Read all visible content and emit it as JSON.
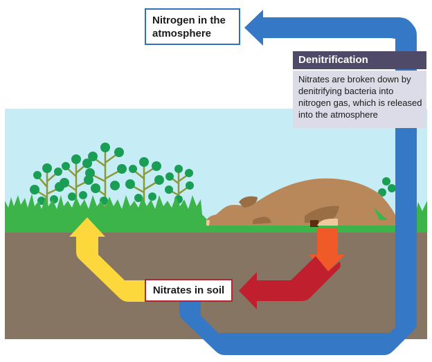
{
  "labels": {
    "atmosphere": "Nitrogen in the atmosphere",
    "soil": "Nitrates in soil"
  },
  "denitrification": {
    "title": "Denitrification",
    "description": "Nitrates are broken down by denitrifying bacteria into nitrogen gas, which is released into the atmosphere"
  },
  "colors": {
    "sky": "#c6ecf5",
    "grass": "#3cb44a",
    "soil": "#877563",
    "animal": "#b9885a",
    "plant": "#1a9e55",
    "stem": "#8a9a3a",
    "blue_arrow": "#3578c6",
    "yellow_arrow": "#fdd83c",
    "orange_arrow": "#f05a28",
    "red_arrow": "#c0202e",
    "title_bar": "#4f4a68",
    "info_panel": "#dcdbe8"
  }
}
